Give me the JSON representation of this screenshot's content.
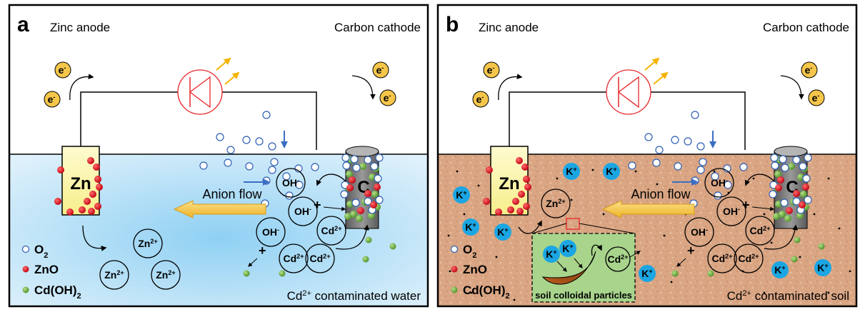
{
  "panels": [
    {
      "id": "a",
      "label": "a",
      "anode_label": "Zinc anode",
      "cathode_label": "Carbon cathode",
      "electron": "e",
      "electron_sup": "-",
      "anode_symbol": "Zn",
      "cathode_symbol": "C",
      "anion_flow": "Anion flow",
      "medium_caption_pre": "Cd",
      "medium_caption_sup": "2+",
      "medium_caption_post": " contaminated water",
      "medium_color": "#bfe3f7",
      "ions": {
        "oh": "OH",
        "oh_sup": "-",
        "cd": "Cd",
        "cd_sup": "2+",
        "zn": "Zn",
        "zn_sup": "2+",
        "plus": "+"
      },
      "legend": [
        {
          "symbol": "O",
          "sub": "2",
          "marker": "o2"
        },
        {
          "symbol": "ZnO",
          "sub": "",
          "marker": "zno"
        },
        {
          "symbol": "Cd(OH)",
          "sub": "2",
          "marker": "cdoh"
        }
      ]
    },
    {
      "id": "b",
      "label": "b",
      "anode_label": "Zinc anode",
      "cathode_label": "Carbon cathode",
      "electron": "e",
      "electron_sup": "-",
      "anode_symbol": "Zn",
      "cathode_symbol": "C",
      "anion_flow": "Anion flow",
      "medium_caption_pre": "Cd",
      "medium_caption_sup": "2+",
      "medium_caption_post": " contaminated soil",
      "medium_color": "#dba88a",
      "ions": {
        "oh": "OH",
        "oh_sup": "-",
        "cd": "Cd",
        "cd_sup": "2+",
        "zn": "Zn",
        "zn_sup": "2+",
        "plus": "+",
        "k": "K",
        "k_sup": "+"
      },
      "inset_caption": "soil colloidal particles",
      "legend": [
        {
          "symbol": "O",
          "sub": "2",
          "marker": "o2"
        },
        {
          "symbol": "ZnO",
          "sub": "",
          "marker": "zno"
        },
        {
          "symbol": "Cd(OH)",
          "sub": "2",
          "marker": "cdoh"
        }
      ]
    }
  ],
  "colors": {
    "electron_fill": "#f5c64a",
    "led": "#e8262a",
    "light_arrow": "#f5b400",
    "o2_stroke": "#2f5fb3",
    "zno": "#d9001b",
    "cdoh": "#6fb23b",
    "k_ion": "#1ba6e3",
    "anion_arrow": "#f6c242",
    "inset_bg": "#a8d48c",
    "zinc": "#fcf6a9"
  }
}
